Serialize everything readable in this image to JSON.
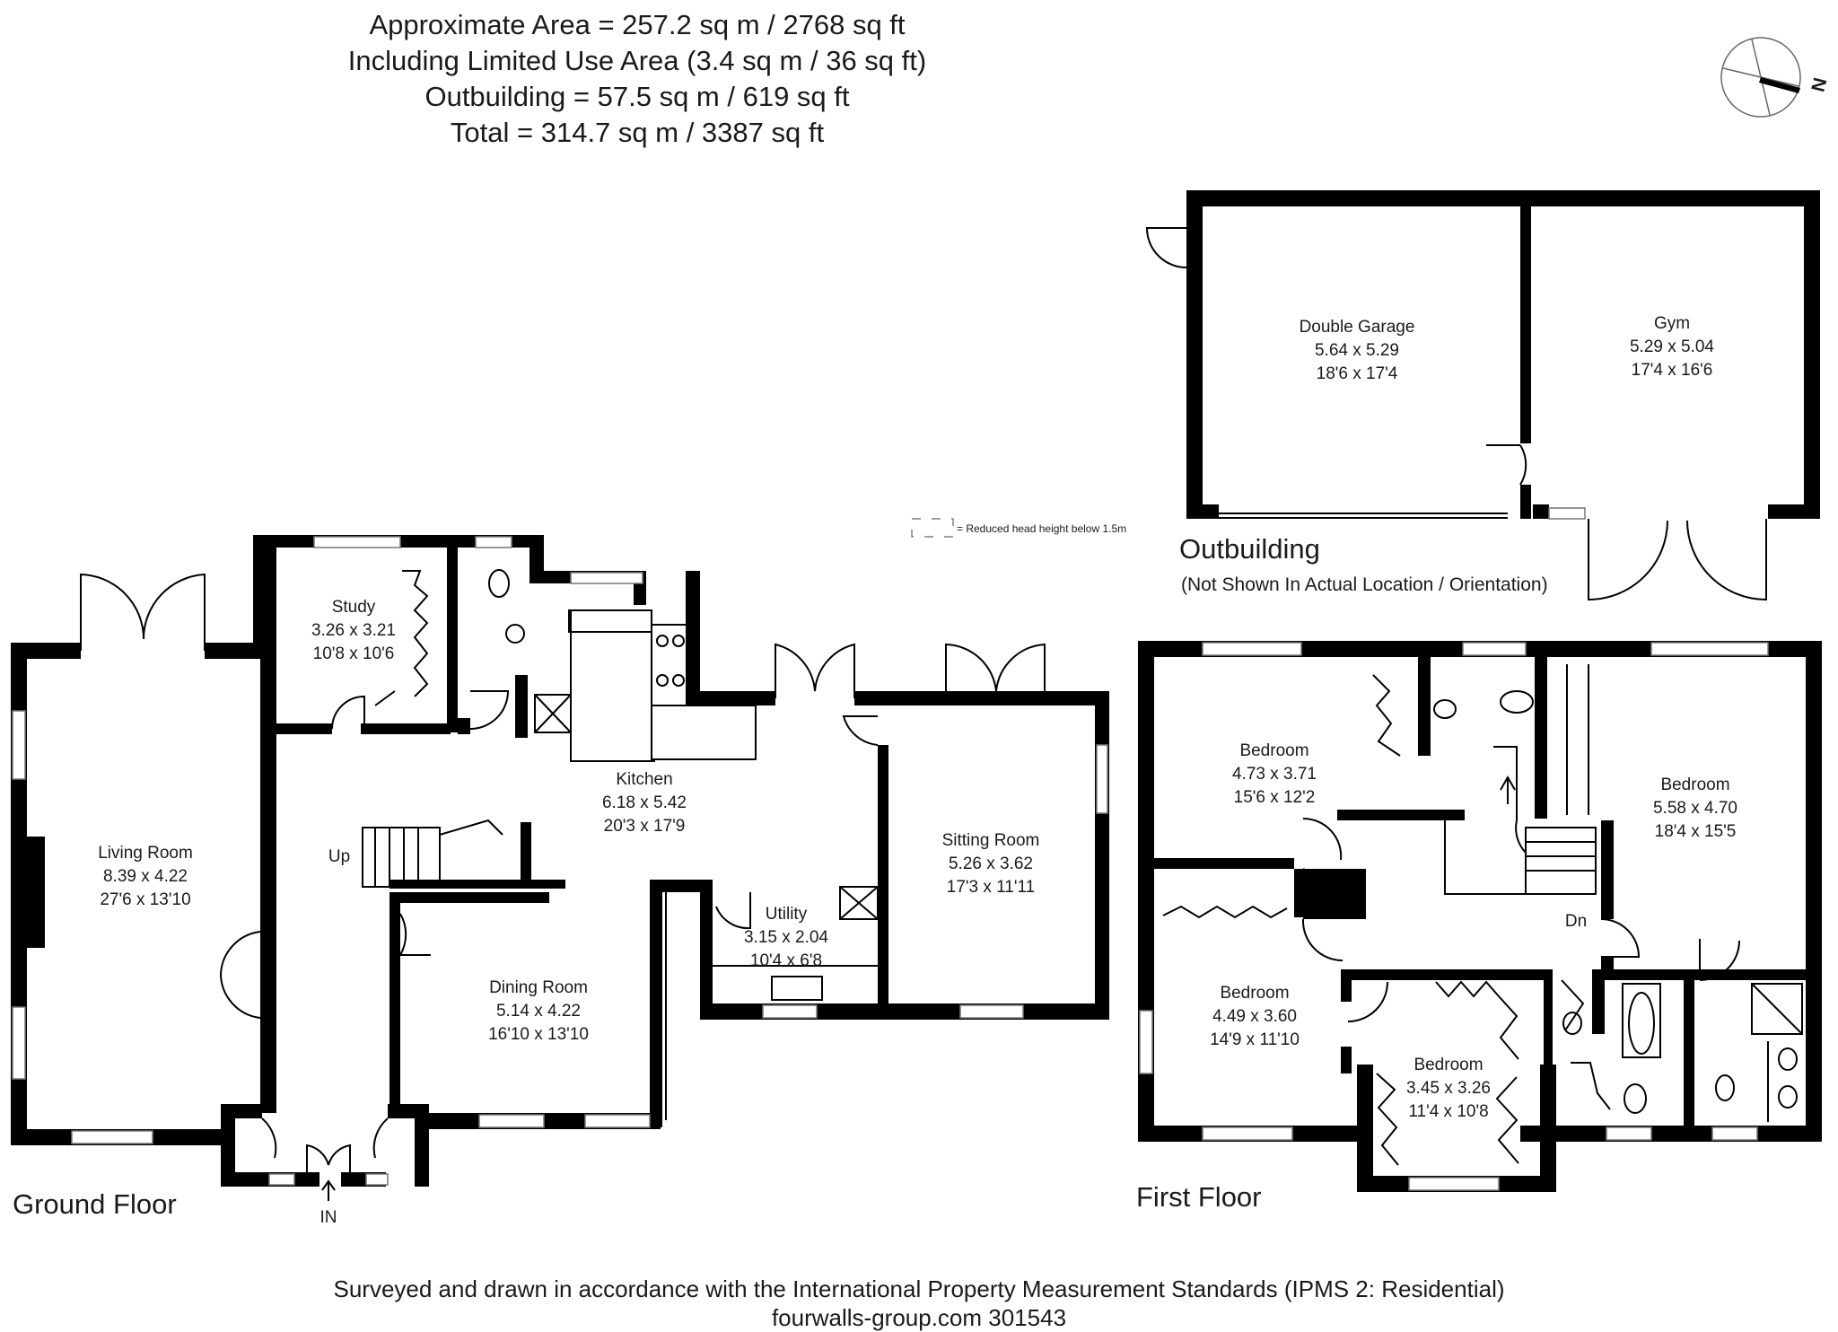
{
  "header": {
    "line1": "Approximate Area = 257.2 sq m / 2768 sq ft",
    "line2": "Including Limited Use Area (3.4 sq m / 36 sq ft)",
    "line3": "Outbuilding = 57.5 sq m / 619 sq ft",
    "line4": "Total =  314.7 sq m / 3387 sq ft"
  },
  "compass": {
    "label": "N"
  },
  "legend": {
    "text": "= Reduced head height below 1.5m"
  },
  "outbuilding": {
    "title": "Outbuilding",
    "note": "(Not Shown In Actual Location / Orientation)",
    "rooms": [
      {
        "name": "Double Garage",
        "metric": "5.64 x 5.29",
        "imperial": "18'6 x 17'4"
      },
      {
        "name": "Gym",
        "metric": "5.29 x 5.04",
        "imperial": "17'4 x 16'6"
      }
    ]
  },
  "ground_floor": {
    "title": "Ground Floor",
    "entrance": "IN",
    "stairs": "Up",
    "rooms": [
      {
        "name": "Living Room",
        "metric": "8.39 x 4.22",
        "imperial": "27'6 x 13'10"
      },
      {
        "name": "Study",
        "metric": "3.26 x 3.21",
        "imperial": "10'8 x 10'6"
      },
      {
        "name": "Kitchen",
        "metric": "6.18 x 5.42",
        "imperial": "20'3 x 17'9"
      },
      {
        "name": "Sitting Room",
        "metric": "5.26 x 3.62",
        "imperial": "17'3 x 11'11"
      },
      {
        "name": "Utility",
        "metric": "3.15 x 2.04",
        "imperial": "10'4 x 6'8"
      },
      {
        "name": "Dining Room",
        "metric": "5.14 x 4.22",
        "imperial": "16'10 x 13'10"
      }
    ]
  },
  "first_floor": {
    "title": "First Floor",
    "stairs": "Dn",
    "rooms": [
      {
        "name": "Bedroom",
        "metric": "4.73 x 3.71",
        "imperial": "15'6 x 12'2"
      },
      {
        "name": "Bedroom",
        "metric": "5.58 x 4.70",
        "imperial": "18'4 x 15'5"
      },
      {
        "name": "Bedroom",
        "metric": "4.49 x 3.60",
        "imperial": "14'9 x 11'10"
      },
      {
        "name": "Bedroom",
        "metric": "3.45 x 3.26",
        "imperial": "11'4 x 10'8"
      }
    ]
  },
  "footer": {
    "line1": "Surveyed and drawn in accordance with the International Property Measurement Standards (IPMS 2: Residential)",
    "line2": "fourwalls-group.com 301543"
  }
}
